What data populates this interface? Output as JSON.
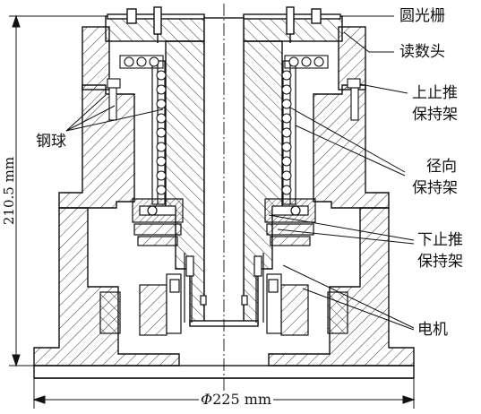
{
  "labels": {
    "grating": "圆光栅",
    "read_head": "读数头",
    "upper_thrust_cage": [
      "上止推",
      "保持架"
    ],
    "steel_ball": "钢球",
    "radial_cage": [
      "径向",
      "保持架"
    ],
    "lower_thrust_cage": [
      "下止推",
      "保持架"
    ],
    "motor": "电机"
  },
  "dimensions": {
    "height": "210.5 mm",
    "diameter_symbol": "Φ",
    "diameter": "225 mm"
  },
  "colors": {
    "line": "#111111",
    "hatch": "#222222",
    "background": "#ffffff"
  }
}
